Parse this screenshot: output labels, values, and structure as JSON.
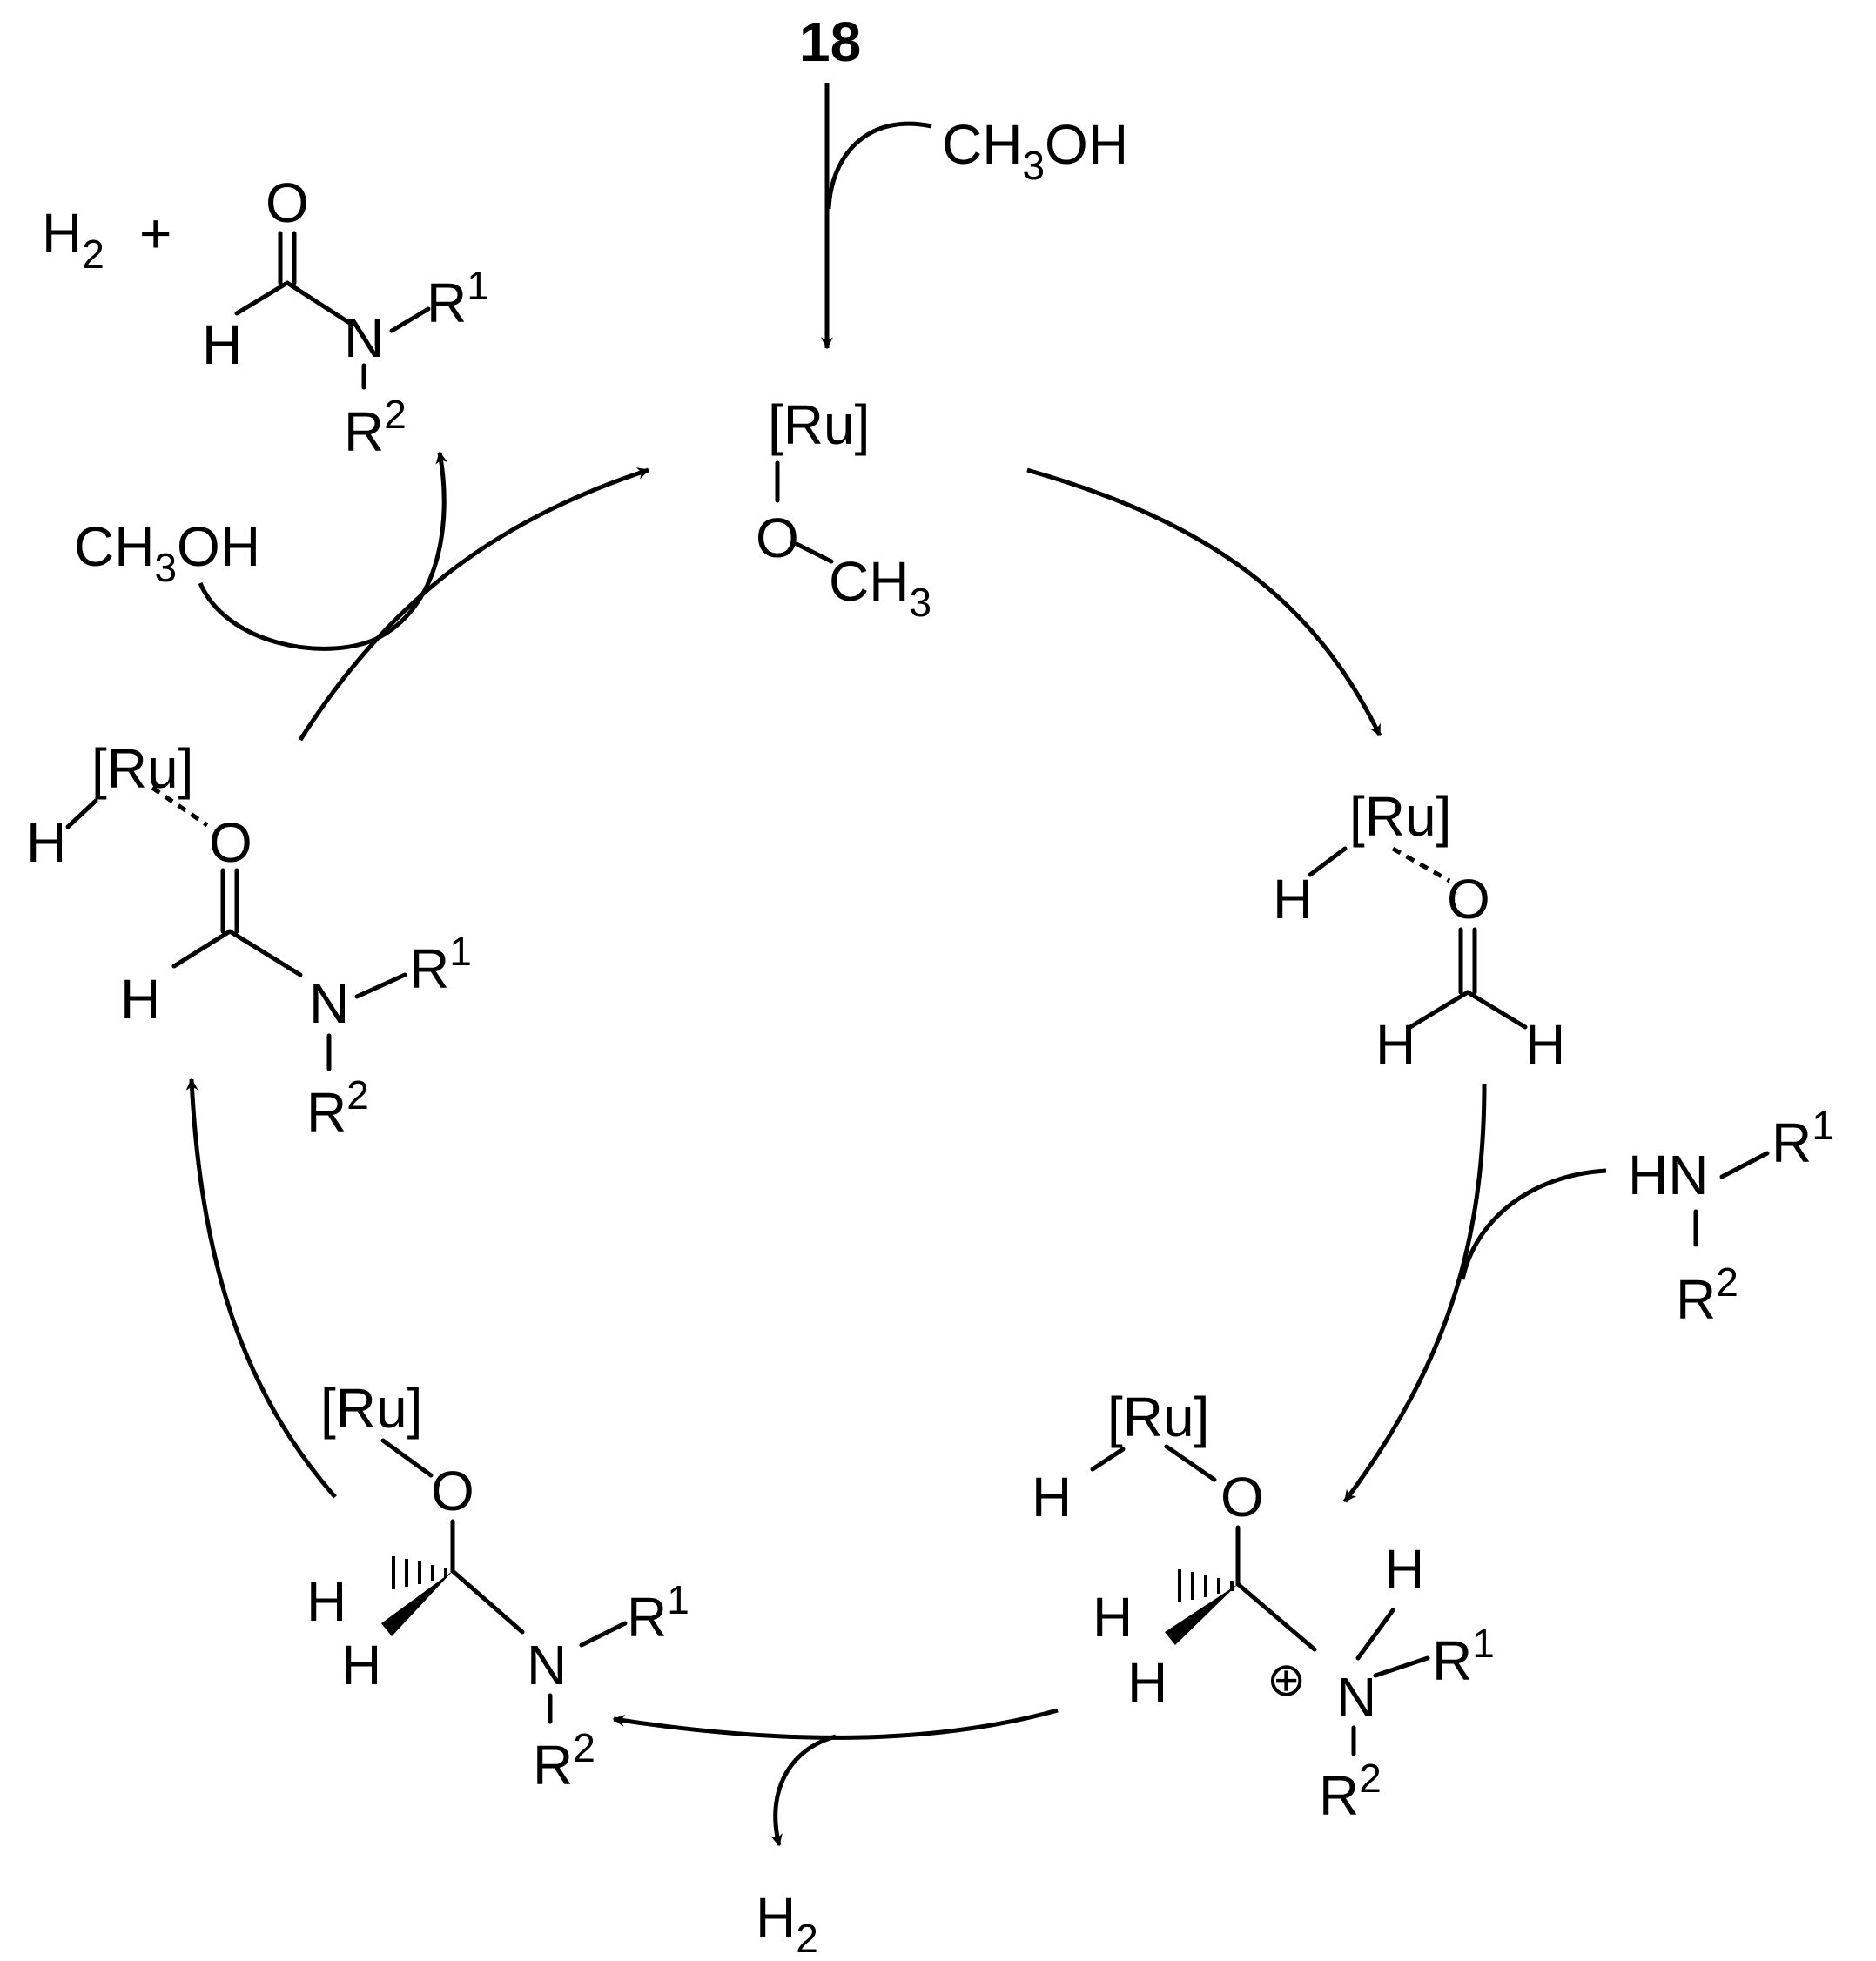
{
  "colors": {
    "ink": "#000000",
    "background": "#ffffff"
  },
  "labels": {
    "catalyst": "18",
    "ch3": "CH",
    "sub3": "3",
    "oh": "OH",
    "ru": "[Ru]",
    "o": "O",
    "h": "H",
    "n": "N",
    "hn": "HN",
    "r": "R",
    "sup1": "1",
    "sup2": "2",
    "h2_h": "H",
    "sub2": "2",
    "plus": "+",
    "charge": "⊕"
  }
}
